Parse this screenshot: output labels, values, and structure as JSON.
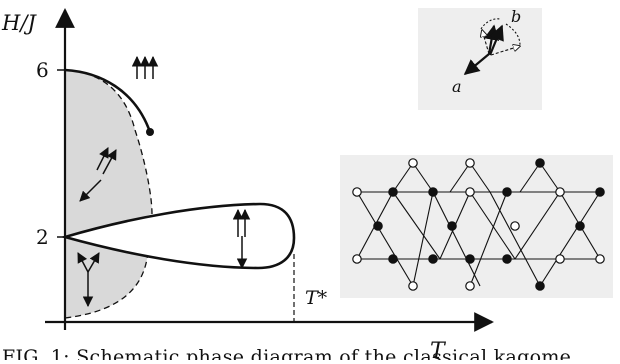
{
  "axes": {
    "y_label": "H/J",
    "x_label": "T",
    "tick_6": "6",
    "tick_2": "2",
    "t_star": "T*"
  },
  "inset": {
    "label_a": "a",
    "label_b": "b"
  },
  "caption": {
    "text": "FIG. 1: Schematic phase diagram of the classical kagome"
  }
}
